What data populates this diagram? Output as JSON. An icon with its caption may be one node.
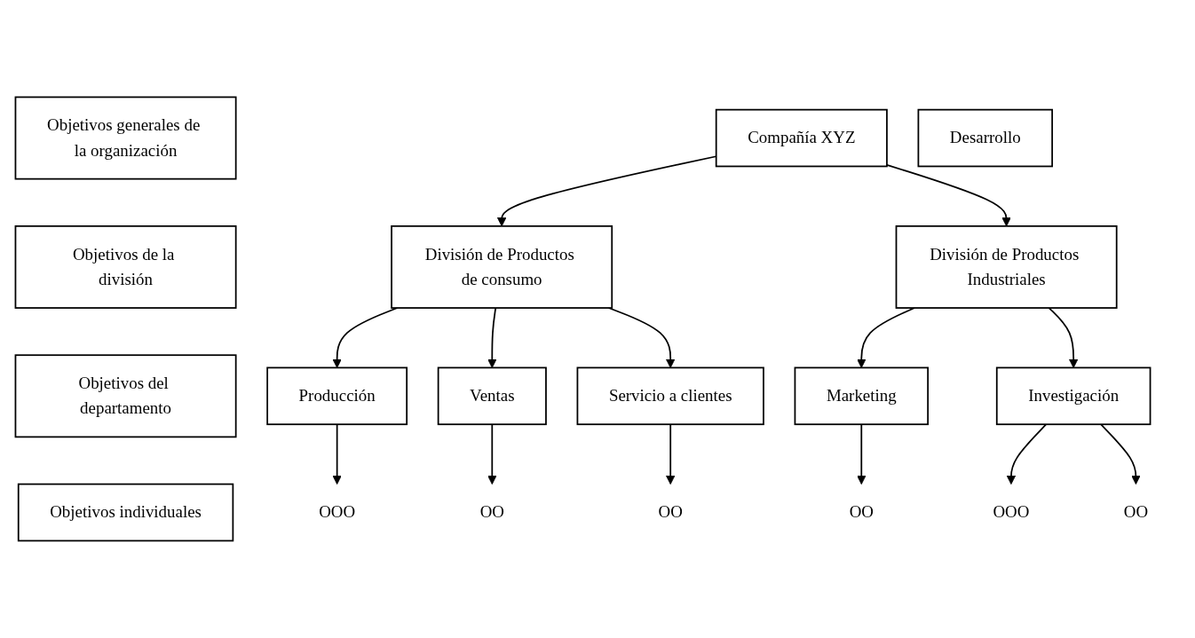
{
  "diagram": {
    "nodes": [
      {
        "text": [
          "Objetivos generales de la organización"
        ]
      },
      {
        "text": [
          "Compañía XYZ"
        ]
      },
      {
        "text": [
          "Objetivos de la división"
        ]
      },
      {
        "text": [
          "División de Productos de consumo"
        ]
      },
      {
        "text": [
          "División de Productos Industriales"
        ]
      },
      {
        "text": [
          "Objetivos del departamento"
        ]
      },
      {
        "text": [
          "Producción"
        ]
      },
      {
        "text": [
          "Ventas"
        ]
      },
      {
        "text": [
          "Servicio a clientes"
        ]
      },
      {
        "text": [
          "Marketing"
        ]
      },
      {
        "text": [
          "Investigación"
        ]
      },
      {
        "text": [
          "Desarrollo"
        ]
      },
      {
        "text": [
          "Objetivos individuales"
        ]
      },
      {
        "text": [
          "OOO"
        ]
      },
      {
        "text": [
          "OO"
        ]
      },
      {
        "text": [
          "OO"
        ]
      },
      {
        "text": [
          "OO"
        ]
      },
      {
        "text": [
          "OOO"
        ]
      },
      {
        "text": [
          "OO"
        ]
      }
    ],
    "edges": [
      {
        "from": 1,
        "to": 3,
        "arrow": "to"
      },
      {
        "from": 1,
        "to": 4,
        "arrow": "to"
      },
      {
        "from": 3,
        "to": 6,
        "arrow": "to"
      },
      {
        "from": 3,
        "to": 7,
        "arrow": "to"
      },
      {
        "from": 3,
        "to": 8,
        "arrow": "to"
      },
      {
        "from": 4,
        "to": 9,
        "arrow": "to"
      },
      {
        "from": 4,
        "to": 10,
        "arrow": "to"
      },
      {
        "from": 6,
        "to": 13,
        "arrow": "to"
      },
      {
        "from": 7,
        "to": 14,
        "arrow": "to"
      },
      {
        "from": 8,
        "to": 15,
        "arrow": "to"
      },
      {
        "from": 9,
        "to": 16,
        "arrow": "to"
      },
      {
        "from": 10,
        "to": 17,
        "arrow": "to"
      },
      {
        "from": 10,
        "to": 18,
        "arrow": "to"
      }
    ]
  }
}
